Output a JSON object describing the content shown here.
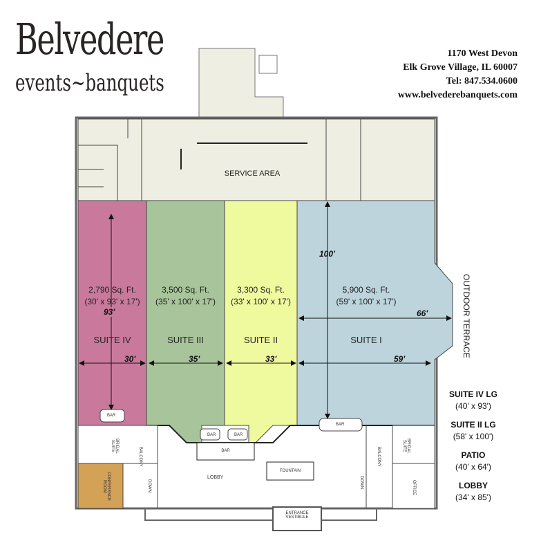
{
  "logo": {
    "name": "Belvedere",
    "tagline": "events~banquets"
  },
  "contact": {
    "street": "1170 West Devon",
    "city": "Elk Grove Village, IL 60007",
    "phone": "Tel: 847.534.0600",
    "website": "www.belvederebanquets.com"
  },
  "colors": {
    "service": "#efeee2",
    "suite_iv": "#c97a9c",
    "suite_iii": "#a8c49a",
    "suite_ii": "#effa9f",
    "suite_i": "#bdd4dd",
    "conference": "#d4a257"
  },
  "rooms": {
    "service_area": "SERVICE AREA",
    "suite_iv": {
      "name": "SUITE IV",
      "area": "2,790 Sq. Ft.",
      "dims": "(30' x 93' x 17')",
      "width": "30'",
      "length": "93'"
    },
    "suite_iii": {
      "name": "SUITE III",
      "area": "3,500 Sq. Ft.",
      "dims": "(35' x 100' x 17')",
      "width": "35'"
    },
    "suite_ii": {
      "name": "SUITE II",
      "area": "3,300 Sq. Ft.",
      "dims": "(33' x 100' x 17')",
      "width": "33'"
    },
    "suite_i": {
      "name": "SUITE I",
      "area": "5,900 Sq. Ft.",
      "dims": "(59' x 100' x 17')",
      "width": "59'",
      "length": "100'",
      "span": "66'"
    },
    "outdoor_terrace": "OUTDOOR TERRACE",
    "lobby": "LOBBY",
    "fountain": "FOUNTAIN",
    "bar": "BAR",
    "entrance": "ENTRANCE VESTIBULE",
    "conference": "CONFERENCE ROOM",
    "bridal_suite": "BRIDAL SUITE",
    "balcony": "BALCONY",
    "down": "DOWN",
    "office": "OFFICE"
  },
  "legend": [
    {
      "name": "SUITE IV LG",
      "dims": "(40' x 93')"
    },
    {
      "name": "SUITE II LG",
      "dims": "(58' x 100')"
    },
    {
      "name": "PATIO",
      "dims": "(40' x 64')"
    },
    {
      "name": "LOBBY",
      "dims": "(34' x 85')"
    }
  ]
}
